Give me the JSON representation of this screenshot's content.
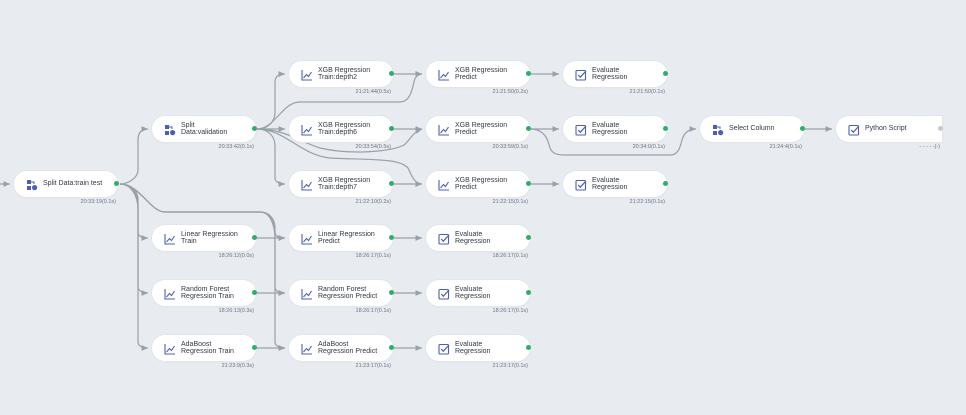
{
  "nodes": [
    {
      "id": "split-train-test",
      "label": "Split Data:train test",
      "time": "20:33:19(0.1s)",
      "icon": "split-data-icon"
    },
    {
      "id": "split-validation",
      "label": "Split\nData:validation",
      "time": "20:33:42(0.1s)",
      "icon": "split-data-icon"
    },
    {
      "id": "xgb-train-depth2",
      "label": "XGB Regression\nTrain:depth2",
      "time": "21:21:44(0.5s)",
      "icon": "line-chart-icon"
    },
    {
      "id": "xgb-train-depth6",
      "label": "XGB Regression\nTrain:depth6",
      "time": "20:33:54(0.5s)",
      "icon": "line-chart-icon"
    },
    {
      "id": "xgb-train-depth7",
      "label": "XGB Regression\nTrain:depth7",
      "time": "21:22:10(0.2s)",
      "icon": "line-chart-icon"
    },
    {
      "id": "xgb-predict-1",
      "label": "XGB Regression\nPredict",
      "time": "21:21:50(0.2s)",
      "icon": "line-chart-icon"
    },
    {
      "id": "xgb-predict-2",
      "label": "XGB Regression\nPredict",
      "time": "20:33:59(0.1s)",
      "icon": "line-chart-icon"
    },
    {
      "id": "xgb-predict-3",
      "label": "XGB Regression\nPredict",
      "time": "21:22:15(0.1s)",
      "icon": "line-chart-icon"
    },
    {
      "id": "eval-xgb-1",
      "label": "Evaluate\nRegression",
      "time": "21:21:50(0.1s)",
      "icon": "checkbox-icon"
    },
    {
      "id": "eval-xgb-2",
      "label": "Evaluate\nRegression",
      "time": "20:34:0(0.1s)",
      "icon": "checkbox-icon"
    },
    {
      "id": "eval-xgb-3",
      "label": "Evaluate\nRegression",
      "time": "21:22:15(0.1s)",
      "icon": "checkbox-icon"
    },
    {
      "id": "select-column",
      "label": "Select Column",
      "time": "21:24:4(0.1s)",
      "icon": "split-data-icon"
    },
    {
      "id": "python-script",
      "label": "Python Script",
      "time": "- - - - -(-)",
      "icon": "checkbox-icon"
    },
    {
      "id": "linreg-train",
      "label": "Linear Regression\nTrain",
      "time": "18:26:12(0.0s)",
      "icon": "line-chart-icon"
    },
    {
      "id": "rf-train",
      "label": "Random Forest\nRegression Train",
      "time": "18:26:13(0.3s)",
      "icon": "line-chart-icon"
    },
    {
      "id": "ada-train",
      "label": "AdaBoost\nRegression Train",
      "time": "21:23:9(0.3s)",
      "icon": "line-chart-icon"
    },
    {
      "id": "linreg-predict",
      "label": "Linear Regression\nPredict",
      "time": "18:26:17(0.1s)",
      "icon": "line-chart-icon"
    },
    {
      "id": "rf-predict",
      "label": "Random Forest\nRegression Predict",
      "time": "18:26:17(0.1s)",
      "icon": "line-chart-icon"
    },
    {
      "id": "ada-predict",
      "label": "AdaBoost\nRegression Predict",
      "time": "21:23:17(0.1s)",
      "icon": "line-chart-icon"
    },
    {
      "id": "eval-linreg",
      "label": "Evaluate\nRegression",
      "time": "18:26:17(0.1s)",
      "icon": "checkbox-icon"
    },
    {
      "id": "eval-rf",
      "label": "Evaluate\nRegression",
      "time": "18:26:17(0.1s)",
      "icon": "checkbox-icon"
    },
    {
      "id": "eval-ada",
      "label": "Evaluate\nRegression",
      "time": "21:23:17(0.1s)",
      "icon": "checkbox-icon"
    }
  ],
  "colors": {
    "background": "#e8ebf0",
    "node": "#ffffff",
    "port_active": "#2eae6a",
    "port_idle": "#c5c9cf",
    "edge": "#9aa0a8",
    "icon": "#4d5fb3"
  }
}
